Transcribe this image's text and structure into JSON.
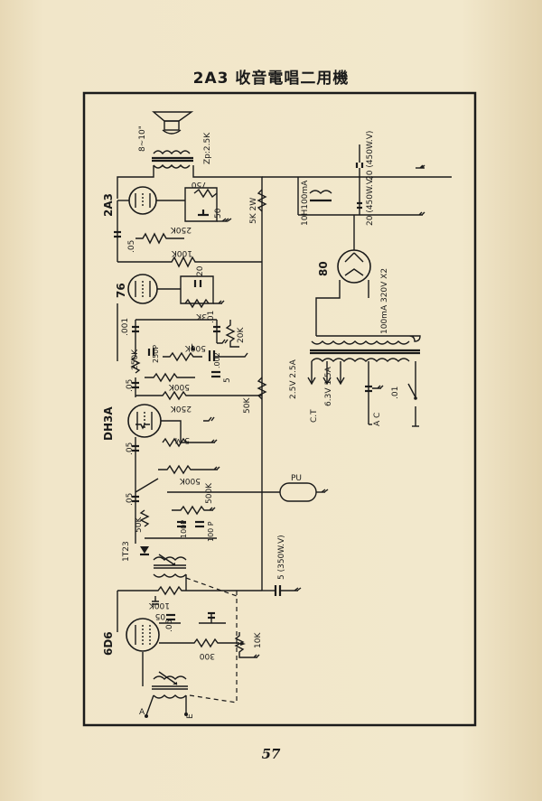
{
  "title": "2A3 收音電唱二用機",
  "page_number": "57",
  "tubes": {
    "t2a3": "2A3",
    "t76": "76",
    "tdh3a": "DH3A",
    "t6d6": "6D6",
    "t80": "80",
    "t1t23": "1T23"
  },
  "speaker": {
    "size": "8~10\"",
    "zp": "Zp:2.5K"
  },
  "power": {
    "choke": "10H100mA",
    "cap_top": "20 (450W.V)",
    "cap_mid": "20 (450W.V)",
    "transformer": "100mA 320V X2",
    "winding_25": "2.5V 2.5A",
    "winding_63": "6.3V 1.5A",
    "ct": "C.T",
    "ac": "A C",
    "ac_cap": ".01",
    "res_5k2w": "5K 2W",
    "cap_5_350": "5 (350W.V)"
  },
  "components": {
    "r750": "750",
    "c50": "50",
    "c05a": ".05",
    "r250k_a": "250K",
    "r100k_a": "100K",
    "c20": "20",
    "r3k": "3K",
    "c001": ".001",
    "c01": ".01",
    "r20k": "20K",
    "r250k_b": "250K",
    "c250p": "250P",
    "r500k_a": "500K",
    "c002": ".002",
    "c05b": ".05",
    "r500k_b": "500K",
    "c5": "5",
    "r250k_c": "250K",
    "r50k": "50K",
    "r5m": "5 M",
    "c05c": ".05",
    "r500k_c": "500K",
    "pu": "PU",
    "c05d": ".05",
    "r50k_b": "50K",
    "r500k_d": "500K",
    "c100p_a": "100P",
    "c100p_b": "100 P",
    "r100k_b": "100K",
    "c05e": ".05",
    "c05f": ".05",
    "r300": "300",
    "r10k": "10K",
    "ant_a": "A",
    "ant_e": "E"
  }
}
